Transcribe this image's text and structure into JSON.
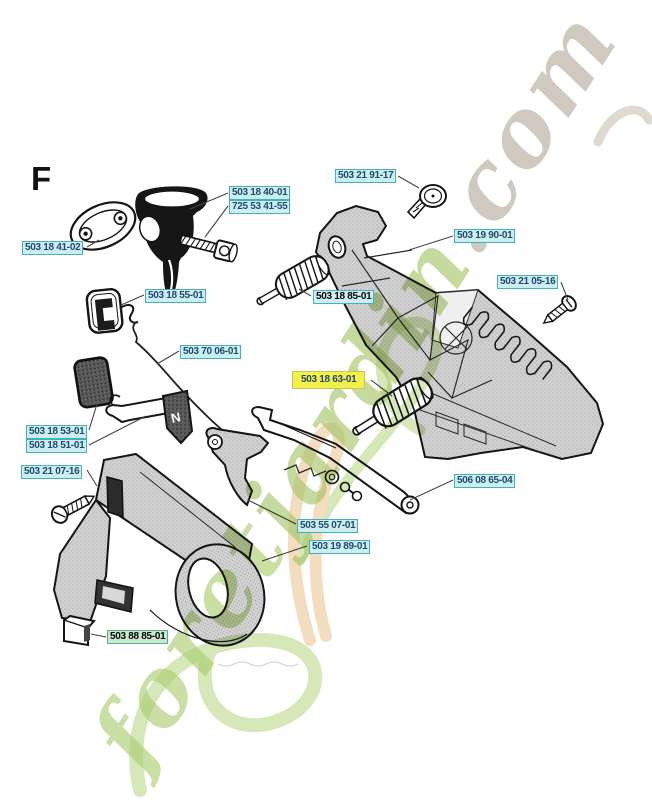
{
  "figure": {
    "letter": "F"
  },
  "watermark": {
    "part1": "foret",
    "part2": "jardin",
    "part3": ".com",
    "green": "#a9cc6d",
    "orange": "#eac18c",
    "gray": "#b3a899"
  },
  "palette": {
    "label_bg": "#cdeef1",
    "label_border": "#45b0b8",
    "label_text": "#1d4a70",
    "highlight_bg": "#f3ef4b",
    "highlight_border": "#c9c549",
    "bold_label_bg": "#c9e8cf",
    "ink": "#1a1a1a",
    "part_fill": "#d2d2d2"
  },
  "labels": [
    {
      "part_number": "503 18 40-01",
      "style": "cyan"
    },
    {
      "part_number": "725 53 41-55",
      "style": "cyan"
    },
    {
      "part_number": "503 21 91-17",
      "style": "cyan"
    },
    {
      "part_number": "503 18 41-02",
      "style": "cyan"
    },
    {
      "part_number": "503 19 90-01",
      "style": "cyan"
    },
    {
      "part_number": "503 21 05-16",
      "style": "cyan"
    },
    {
      "part_number": "503 18 55-01",
      "style": "cyan"
    },
    {
      "part_number": "503 18 85-01",
      "style": "cyan-bold"
    },
    {
      "part_number": "503 70 06-01",
      "style": "cyan"
    },
    {
      "part_number": "503 18 63-01",
      "style": "yellow-highlight"
    },
    {
      "part_number": "503 18 53-01",
      "style": "cyan"
    },
    {
      "part_number": "503 18 51-01",
      "style": "cyan"
    },
    {
      "part_number": "503 21 07-16",
      "style": "cyan"
    },
    {
      "part_number": "506 08 65-04",
      "style": "cyan"
    },
    {
      "part_number": "503 55 07-01",
      "style": "cyan"
    },
    {
      "part_number": "503 19 89-01",
      "style": "cyan"
    },
    {
      "part_number": "503 88 85-01",
      "style": "green-bold"
    }
  ],
  "drawing": {
    "trigger_marking": "N"
  }
}
